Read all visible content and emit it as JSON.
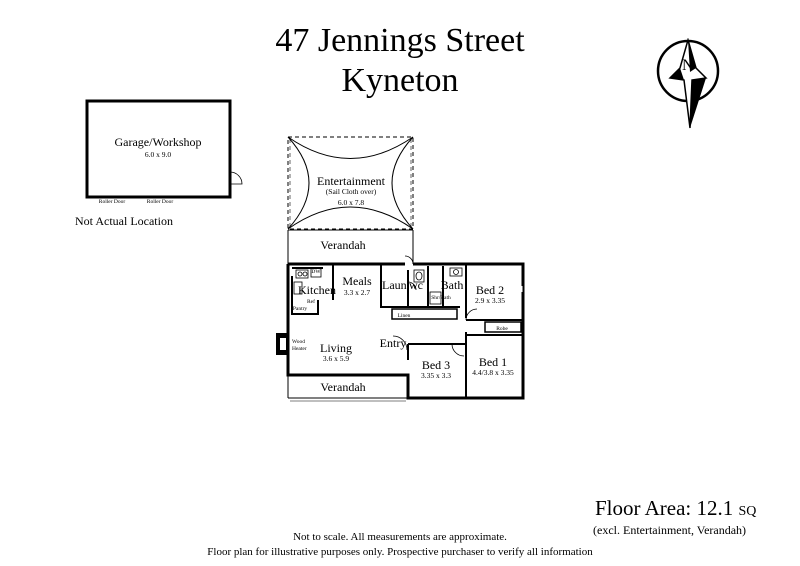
{
  "header": {
    "address_line1": "47 Jennings Street",
    "address_line2": "Kyneton"
  },
  "compass": {
    "letter": "N",
    "icon": "north-arrow-icon"
  },
  "garage": {
    "name": "Garage/Workshop",
    "size": "6.0 x 9.0",
    "door_left": "Roller Door",
    "door_right": "Roller Door",
    "note": "Not Actual Location"
  },
  "rooms": {
    "entertainment": {
      "name": "Entertainment",
      "sub": "(Sail Cloth over)",
      "size": "6.0 x 7.8"
    },
    "verandah_top": {
      "name": "Verandah"
    },
    "verandah_bottom": {
      "name": "Verandah"
    },
    "meals": {
      "name": "Meals",
      "size": "3.3 x 2.7"
    },
    "kitchen": {
      "name": "Kitchen"
    },
    "laundry": {
      "name": "Laun"
    },
    "wc": {
      "name": "wc"
    },
    "bath": {
      "name": "Bath"
    },
    "shower_bath": {
      "name": "Shr/Bath"
    },
    "linen": {
      "name": "Linen"
    },
    "bed2": {
      "name": "Bed 2",
      "size": "2.9 x 3.35"
    },
    "robe": {
      "name": "Robe"
    },
    "living": {
      "name": "Living",
      "size": "3.6 x 5.9"
    },
    "entry": {
      "name": "Entry"
    },
    "bed3": {
      "name": "Bed 3",
      "size": "3.35 x 3.3"
    },
    "bed1": {
      "name": "Bed 1",
      "size": "4.4/3.8 x 3.35"
    },
    "wood_heater": {
      "line1": "Wood",
      "line2": "Heater"
    },
    "dw": {
      "name": "DW"
    },
    "ref": {
      "name": "Ref"
    },
    "pantry": {
      "name": "Pantry"
    }
  },
  "floor_area": {
    "label": "Floor Area: 12.1",
    "unit": "SQ",
    "exclusions": "(excl. Entertainment, Verandah)"
  },
  "disclaimer": {
    "line1": "Not to scale. All measurements are approximate.",
    "line2": "Floor plan for illustrative purposes only. Prospective purchaser to verify all information"
  }
}
